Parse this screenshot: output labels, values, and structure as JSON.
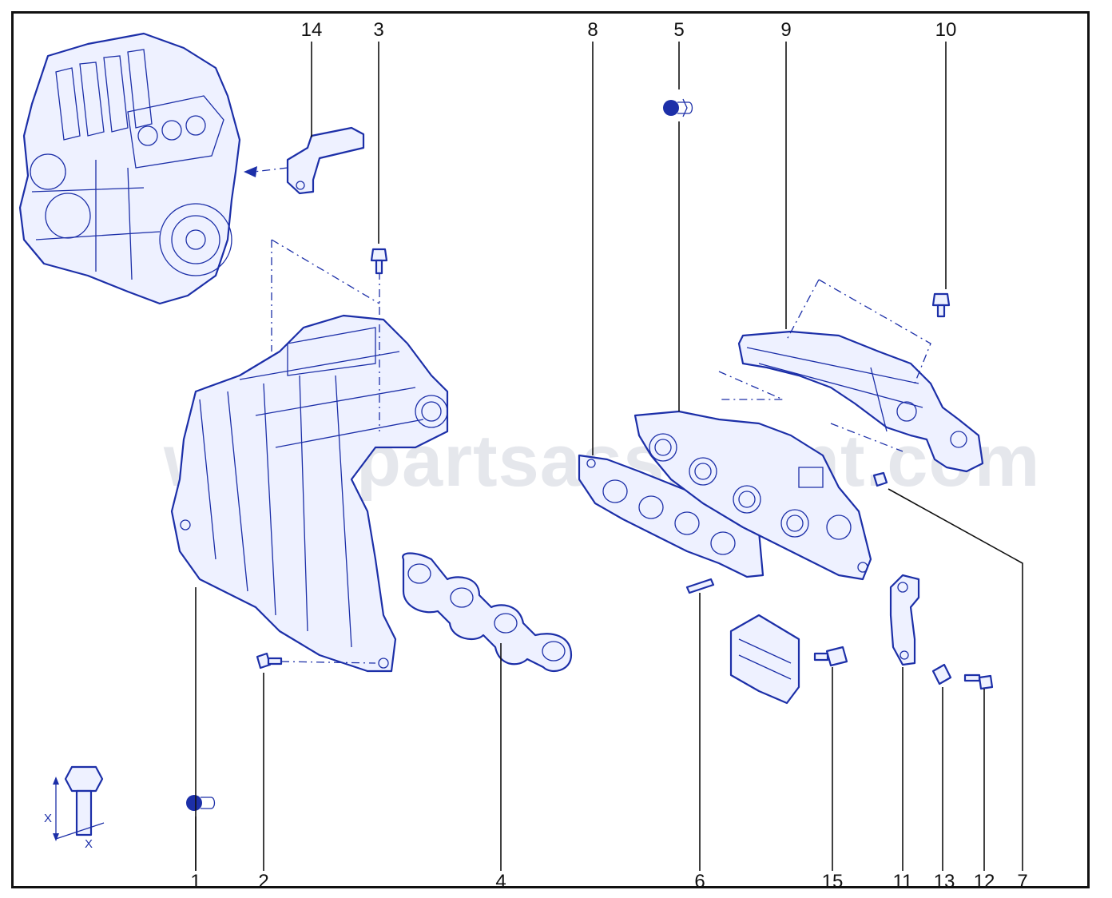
{
  "watermark": "www.partsassistant.com",
  "accent_color": "#1c2fa8",
  "callouts": [
    {
      "id": "c14",
      "text": "14"
    },
    {
      "id": "c3",
      "text": "3"
    },
    {
      "id": "c8",
      "text": "8"
    },
    {
      "id": "c5",
      "text": "5"
    },
    {
      "id": "c9",
      "text": "9"
    },
    {
      "id": "c10",
      "text": "10"
    },
    {
      "id": "c1",
      "text": "1"
    },
    {
      "id": "c2",
      "text": "2"
    },
    {
      "id": "c4",
      "text": "4"
    },
    {
      "id": "c6",
      "text": "6"
    },
    {
      "id": "c15",
      "text": "15"
    },
    {
      "id": "c11",
      "text": "11"
    },
    {
      "id": "c13",
      "text": "13"
    },
    {
      "id": "c12",
      "text": "12"
    },
    {
      "id": "c7",
      "text": "7"
    }
  ],
  "bolt_legend": {
    "x_label_1": "X",
    "x_label_2": "X"
  },
  "icons": [
    "engine-overview-icon",
    "replace-part-icon",
    "bolt-dimension-icon"
  ]
}
